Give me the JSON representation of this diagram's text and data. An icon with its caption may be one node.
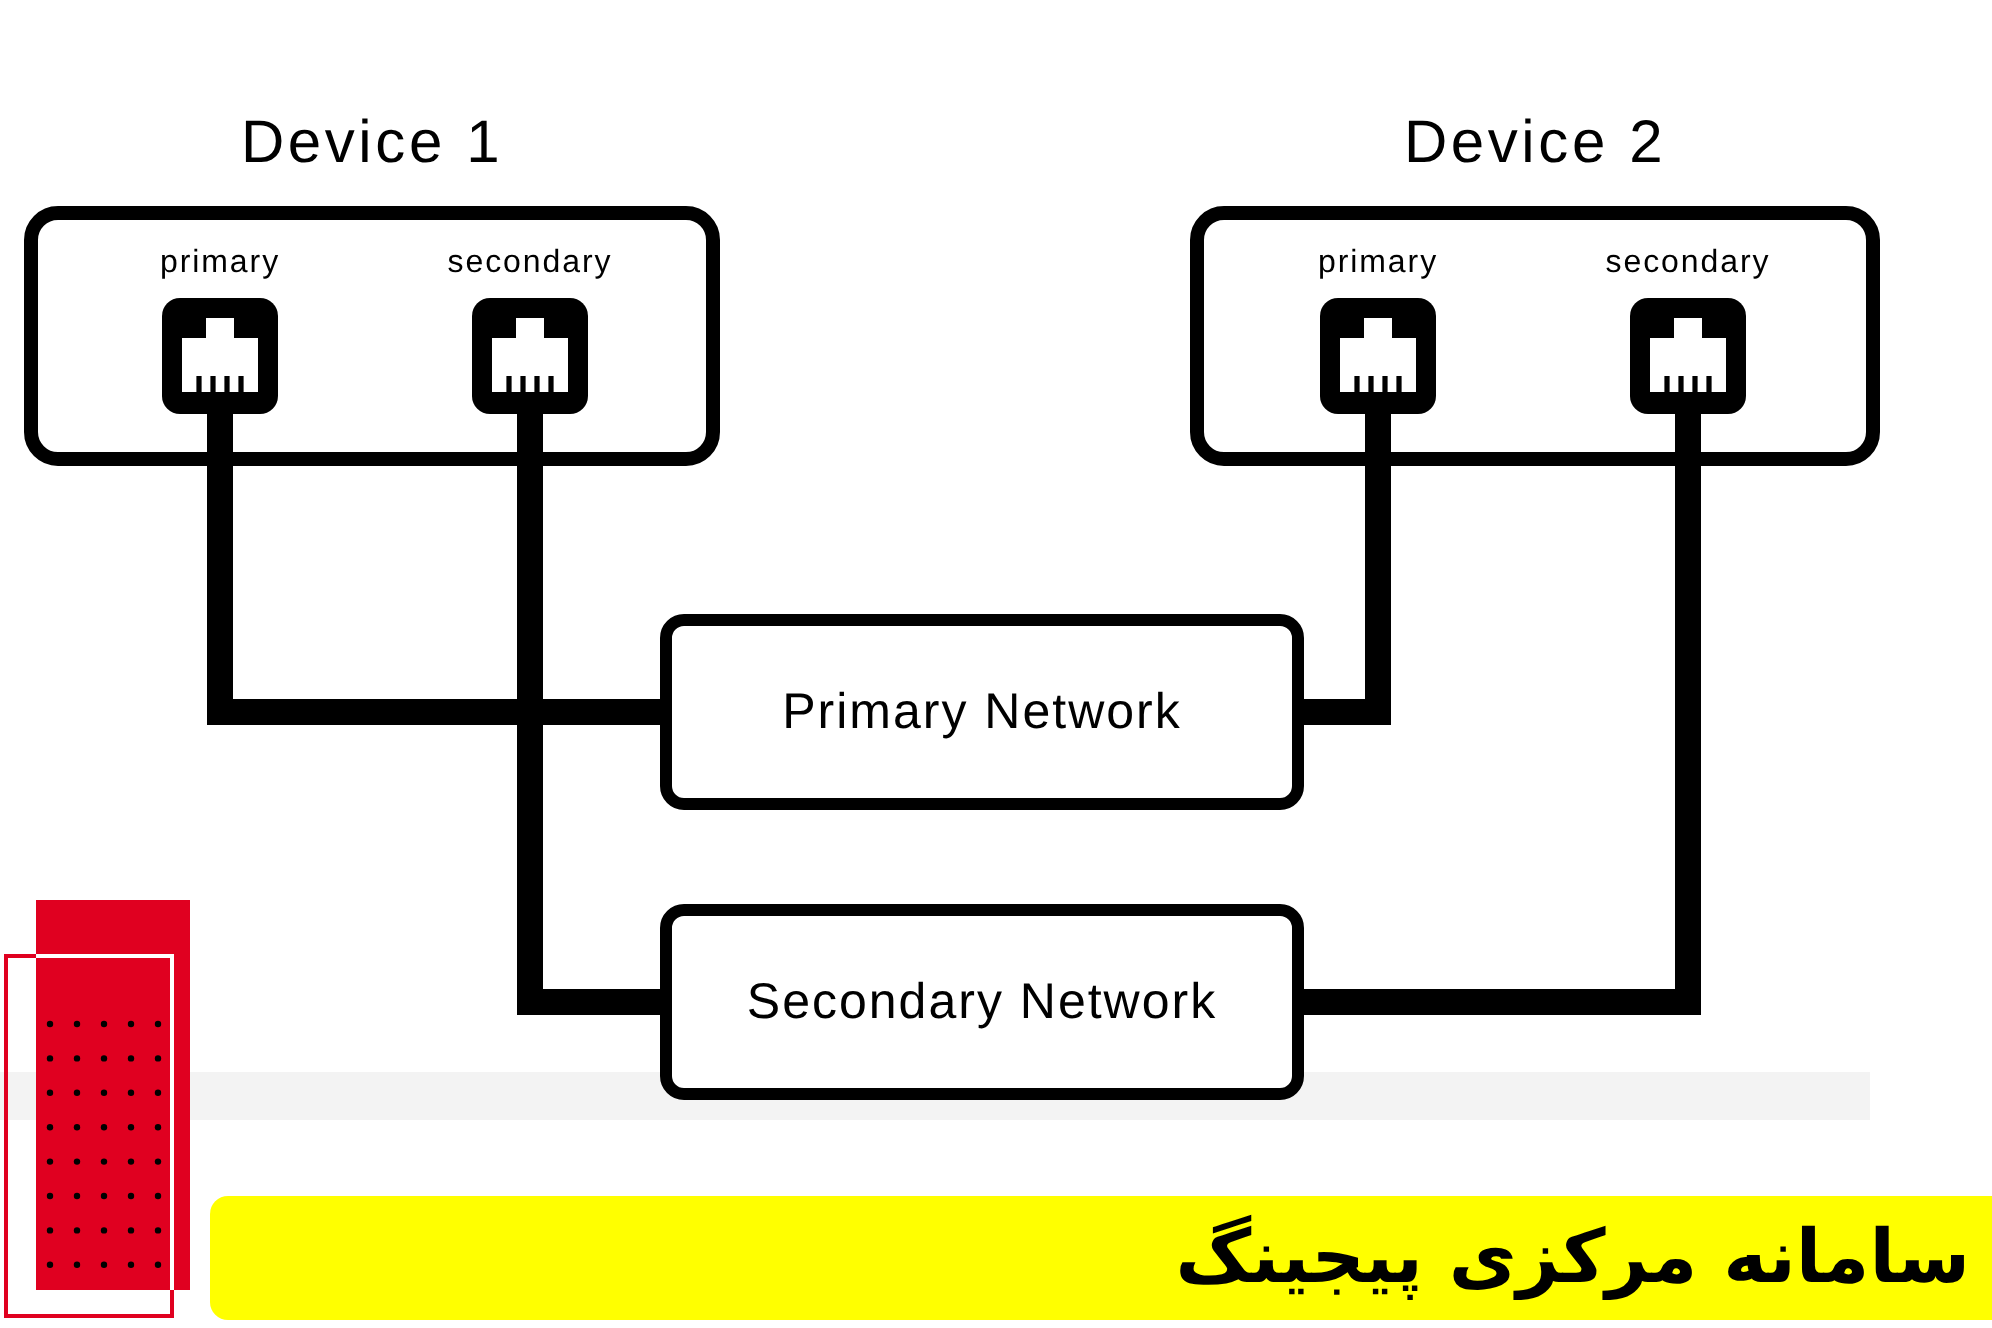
{
  "diagram": {
    "title": "سامانه مرکزی پیجینگ",
    "nodes": [
      {
        "text": [
          "Device 1"
        ]
      },
      {
        "text": [
          "primary"
        ],
        "in": 0
      },
      {
        "text": [
          "secondary"
        ],
        "in": 0
      },
      {
        "text": [
          "Device 2"
        ]
      },
      {
        "text": [
          "primary"
        ],
        "in": 3
      },
      {
        "text": [
          "secondary"
        ],
        "in": 3
      },
      {
        "text": [
          "Primary Network"
        ]
      },
      {
        "text": [
          "Secondary Network"
        ]
      }
    ],
    "edges": [
      {
        "from": 1,
        "to": 6,
        "arrow": "none"
      },
      {
        "from": 2,
        "to": 7,
        "arrow": "none"
      },
      {
        "from": 4,
        "to": 6,
        "arrow": "none"
      },
      {
        "from": 5,
        "to": 7,
        "arrow": "none"
      }
    ]
  }
}
